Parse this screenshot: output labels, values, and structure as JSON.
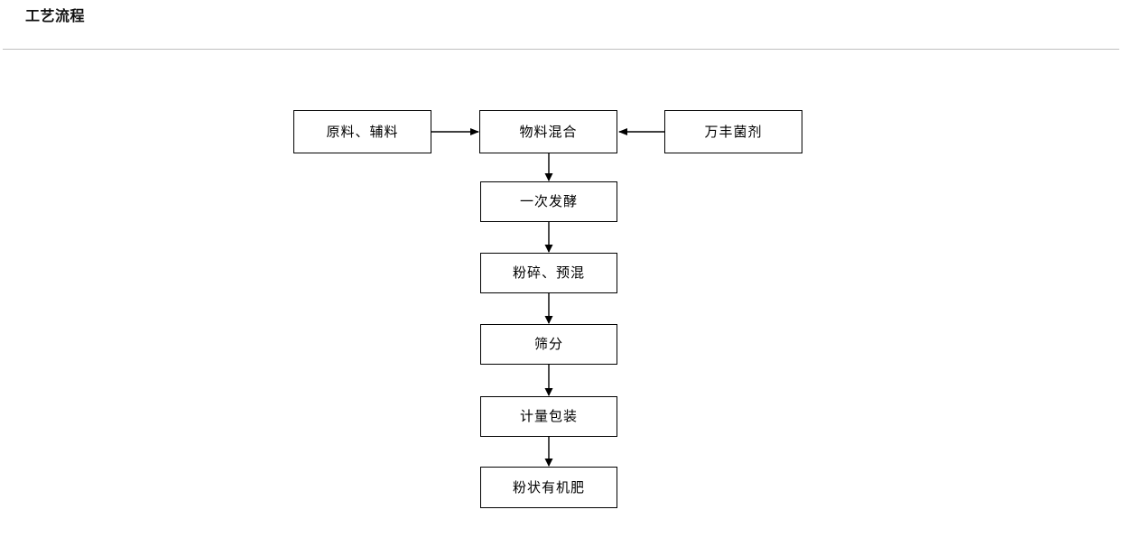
{
  "header": {
    "title": "工艺流程"
  },
  "diagram": {
    "type": "flowchart",
    "orientation": "top-down with two lateral inputs",
    "nodes": [
      {
        "id": "raw",
        "label": "原料、辅料",
        "shape": "rectangle"
      },
      {
        "id": "mix",
        "label": "物料混合",
        "shape": "rectangle"
      },
      {
        "id": "agent",
        "label": "万丰菌剂",
        "shape": "rectangle"
      },
      {
        "id": "ferment",
        "label": "一次发酵",
        "shape": "rectangle"
      },
      {
        "id": "crush",
        "label": "粉碎、预混",
        "shape": "rectangle"
      },
      {
        "id": "sieve",
        "label": "筛分",
        "shape": "rectangle"
      },
      {
        "id": "pack",
        "label": "计量包装",
        "shape": "rectangle"
      },
      {
        "id": "product",
        "label": "粉状有机肥",
        "shape": "rectangle"
      }
    ],
    "edges": [
      {
        "from": "raw",
        "to": "mix",
        "direction": "right"
      },
      {
        "from": "agent",
        "to": "mix",
        "direction": "left"
      },
      {
        "from": "mix",
        "to": "ferment",
        "direction": "down"
      },
      {
        "from": "ferment",
        "to": "crush",
        "direction": "down"
      },
      {
        "from": "crush",
        "to": "sieve",
        "direction": "down"
      },
      {
        "from": "sieve",
        "to": "pack",
        "direction": "down"
      },
      {
        "from": "pack",
        "to": "product",
        "direction": "down"
      }
    ],
    "colors": {
      "node_border": "#000000",
      "node_fill": "#ffffff",
      "edge": "#000000",
      "text": "#000000",
      "divider": "#bfbfbf",
      "background": "#ffffff"
    }
  }
}
